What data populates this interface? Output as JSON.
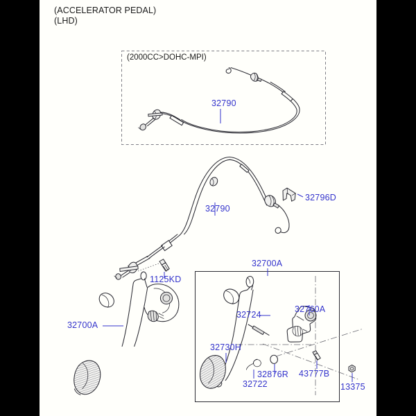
{
  "diagram": {
    "title_line1": "(ACCELERATOR PEDAL)",
    "title_line2": "(LHD)",
    "group_caption": "(2000CC>DOHC-MPI)",
    "accent_color": "#3333cc",
    "line_color": "#2b2b33",
    "paper_color": "#fffffb",
    "mask_color": "#000000"
  },
  "callouts": {
    "cable_upper": "32790",
    "cable_lower": "32790",
    "clip": "32796D",
    "bolt": "1125KD",
    "pedal_assy_left": "32700A",
    "pedal_assy_right": "32700A",
    "pedal_arm": "32724",
    "bracket": "32760A",
    "pedal_pad": "32730H",
    "spring": "32722",
    "bushing": "32876R",
    "screw": "43777B",
    "nut": "13375"
  }
}
